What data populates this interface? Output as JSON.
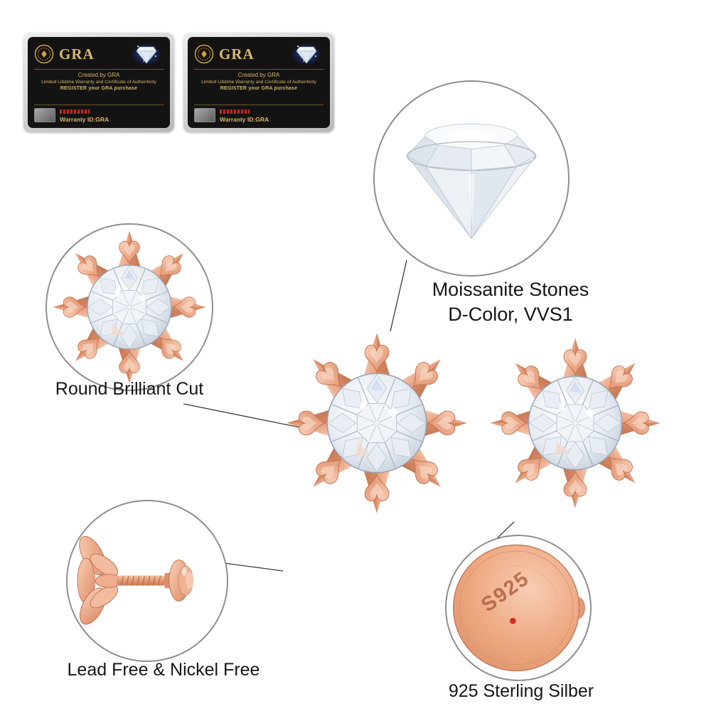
{
  "certificate": {
    "brand": "GRA",
    "created_by": "Created by GRA",
    "warranty_line": "Limited Lifetime Warranty and Certificate of Authenticity",
    "register_line": "REGISTER your GRA purchase",
    "warranty_id": "Warranty ID:GRA"
  },
  "callouts": {
    "moissanite": {
      "line1": "Moissanite Stones",
      "line2": "D-Color, VVS1"
    },
    "cut": {
      "label": "Round Brilliant Cut"
    },
    "lead": {
      "label": "Lead Free & Nickel Free"
    },
    "silver": {
      "label": "925 Sterling Silber",
      "stamp": "S925"
    }
  },
  "colors": {
    "rose-gold": "#eda77f",
    "rose-gold-dark": "#c87a56",
    "card-gold": "#d7b469",
    "connector": "#3a3a3a",
    "circle-border": "#8f8f8f",
    "red-dot": "#d2301c",
    "diamond-shade": "#cfd8e2"
  }
}
